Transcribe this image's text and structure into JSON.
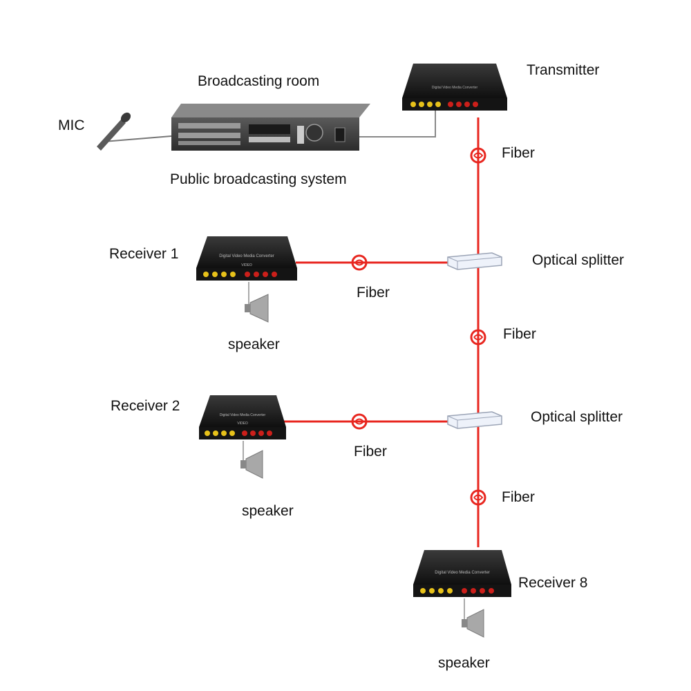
{
  "diagram": {
    "title_top": "Broadcasting room",
    "system_label": "Public broadcasting system",
    "mic_label": "MIC",
    "transmitter_label": "Transmitter",
    "receivers": [
      "Receiver 1",
      "Receiver 2",
      "Receiver 8"
    ],
    "speaker_label": "speaker",
    "fiber_label": "Fiber",
    "splitter_label": "Optical splitter",
    "device_faceplate_text": "Digital Video Media Converter",
    "device_port_label": "VIDEO"
  },
  "colors": {
    "fiber": "#e8261f",
    "device_body": "#141414",
    "device_top": "#2a2a2a",
    "port_yellow": "#e8c21a",
    "port_red": "#cc1f1a",
    "splitter": "#e8eef8",
    "speaker": "#9a9a9a",
    "cable": "#777777"
  },
  "icons": [
    "microphone-icon",
    "amplifier-rack",
    "media-converter",
    "optical-splitter",
    "fiber-connector",
    "speaker-horn-icon"
  ]
}
